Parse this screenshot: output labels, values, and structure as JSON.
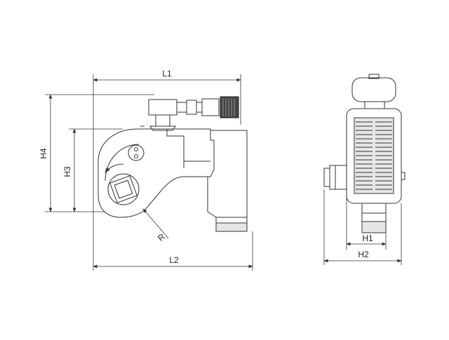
{
  "labels": {
    "L1": "L1",
    "L2": "L2",
    "H1": "H1",
    "H2": "H2",
    "H3": "H3",
    "H4": "H4",
    "R": "R"
  },
  "colors": {
    "line": "#333333",
    "shade": "#e6e6e6",
    "background": "#ffffff"
  }
}
